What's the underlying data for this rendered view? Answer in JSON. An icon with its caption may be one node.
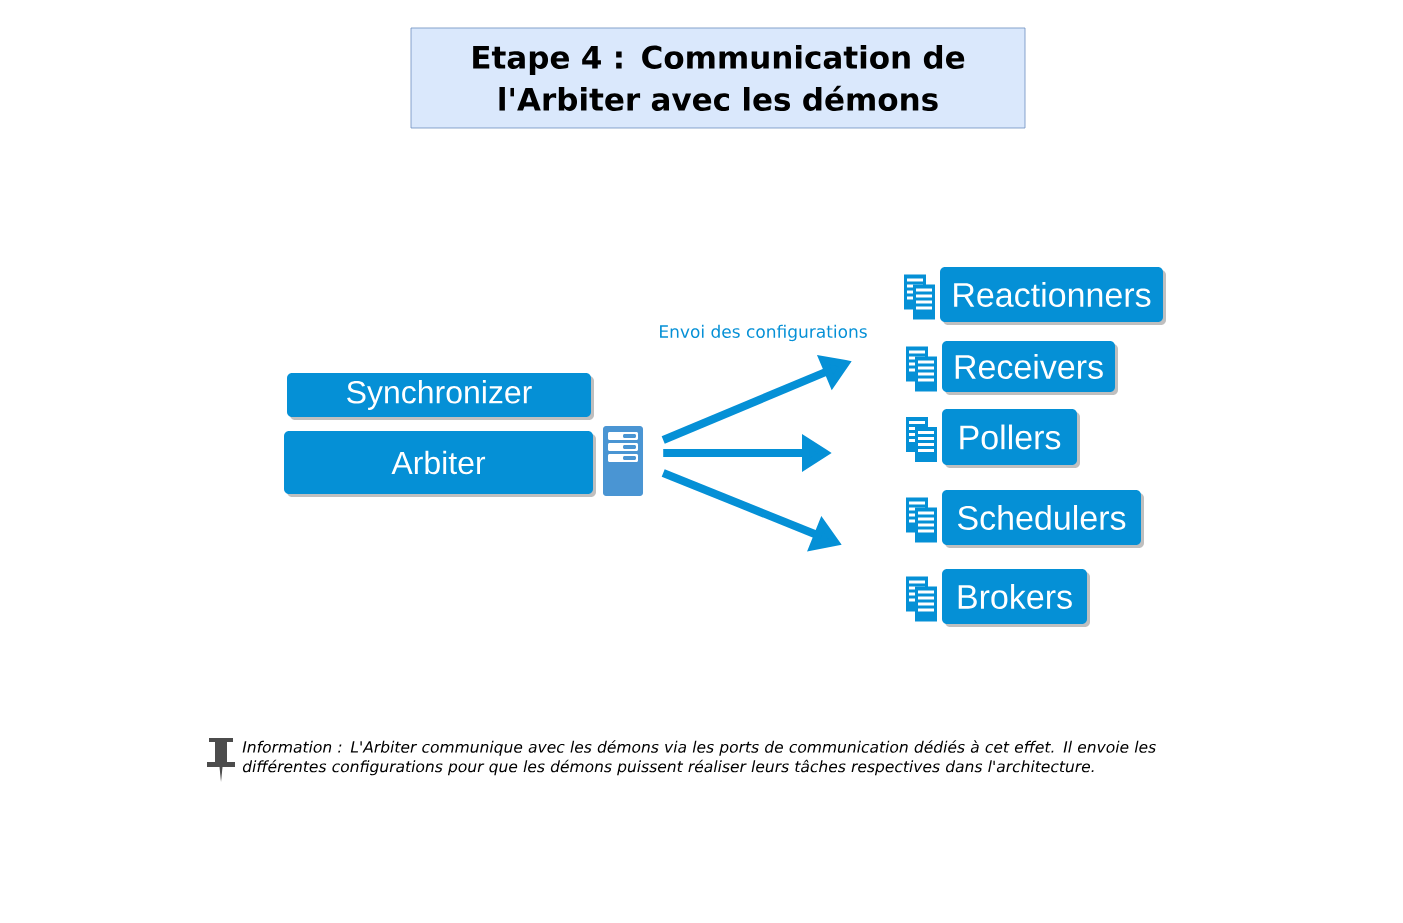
{
  "diagram": {
    "title": "Etape 4 : Communication de l'Arbiter avec les démons",
    "nodes": [
      {
        "text": [
          "Synchronizer"
        ]
      },
      {
        "text": [
          "Arbiter"
        ]
      },
      {
        "text": [],
        "shape": "picture"
      },
      {
        "text": [
          "Reactionners"
        ]
      },
      {
        "text": [
          "Receivers"
        ]
      },
      {
        "text": [
          "Pollers"
        ]
      },
      {
        "text": [
          "Schedulers"
        ]
      },
      {
        "text": [
          "Brokers"
        ]
      }
    ],
    "edges": [
      {
        "from": 2,
        "to": null,
        "arrow": "to",
        "label": "Envoi des configurations"
      },
      {
        "from": 2,
        "to": null,
        "arrow": "to"
      },
      {
        "from": 2,
        "to": null,
        "arrow": "to"
      }
    ],
    "labels": [
      "Information : L'Arbiter communique avec les démons via les ports de communication dédiés à cet effet. Il envoie les différentes configurations pour que les démons puissent réaliser leurs tâches respectives dans l'architecture."
    ]
  }
}
